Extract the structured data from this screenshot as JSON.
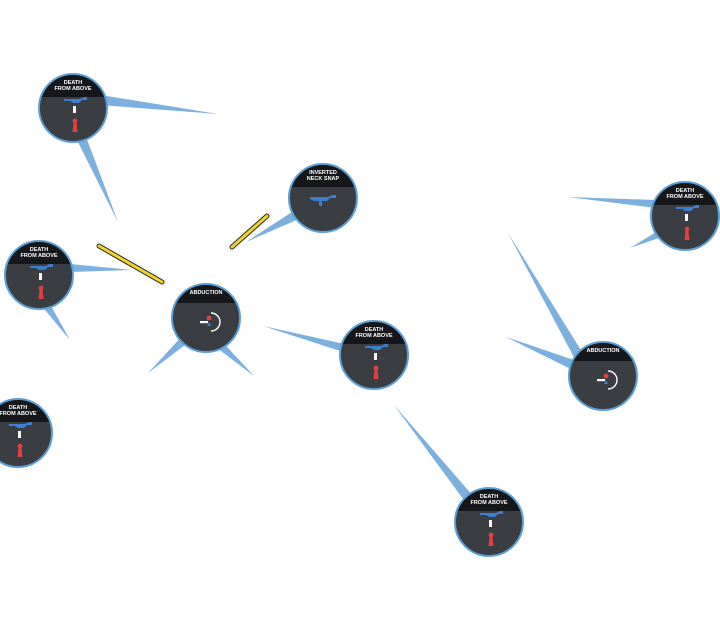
{
  "colors": {
    "background": "#ffffff",
    "node_fill": "#3a3d42",
    "node_border": "#5aa0d8",
    "caption_bg": "#15171a",
    "edge": "#6ea7db",
    "highlight_link": "#f2d32a",
    "attacker": "#3b7fd1",
    "victim": "#e04040"
  },
  "nodes": [
    {
      "id": "n1",
      "label": "DEATH\nFROM ABOVE",
      "kind": "death-from-above"
    },
    {
      "id": "n2",
      "label": "INVERTED\nNECK SNAP",
      "kind": "inverted-neck-snap"
    },
    {
      "id": "n3",
      "label": "DEATH\nFROM ABOVE",
      "kind": "death-from-above"
    },
    {
      "id": "n4",
      "label": "DEATH\nFROM ABOVE",
      "kind": "death-from-above"
    },
    {
      "id": "n5",
      "label": "ABDUCTION",
      "kind": "abduction"
    },
    {
      "id": "n6",
      "label": "DEATH\nFROM ABOVE",
      "kind": "death-from-above"
    },
    {
      "id": "n7",
      "label": "DEATH\nFROM ABOVE",
      "kind": "death-from-above"
    },
    {
      "id": "n8",
      "label": "ABDUCTION",
      "kind": "abduction"
    },
    {
      "id": "n9",
      "label": "DEATH\nFROM ABOVE",
      "kind": "death-from-above"
    }
  ]
}
